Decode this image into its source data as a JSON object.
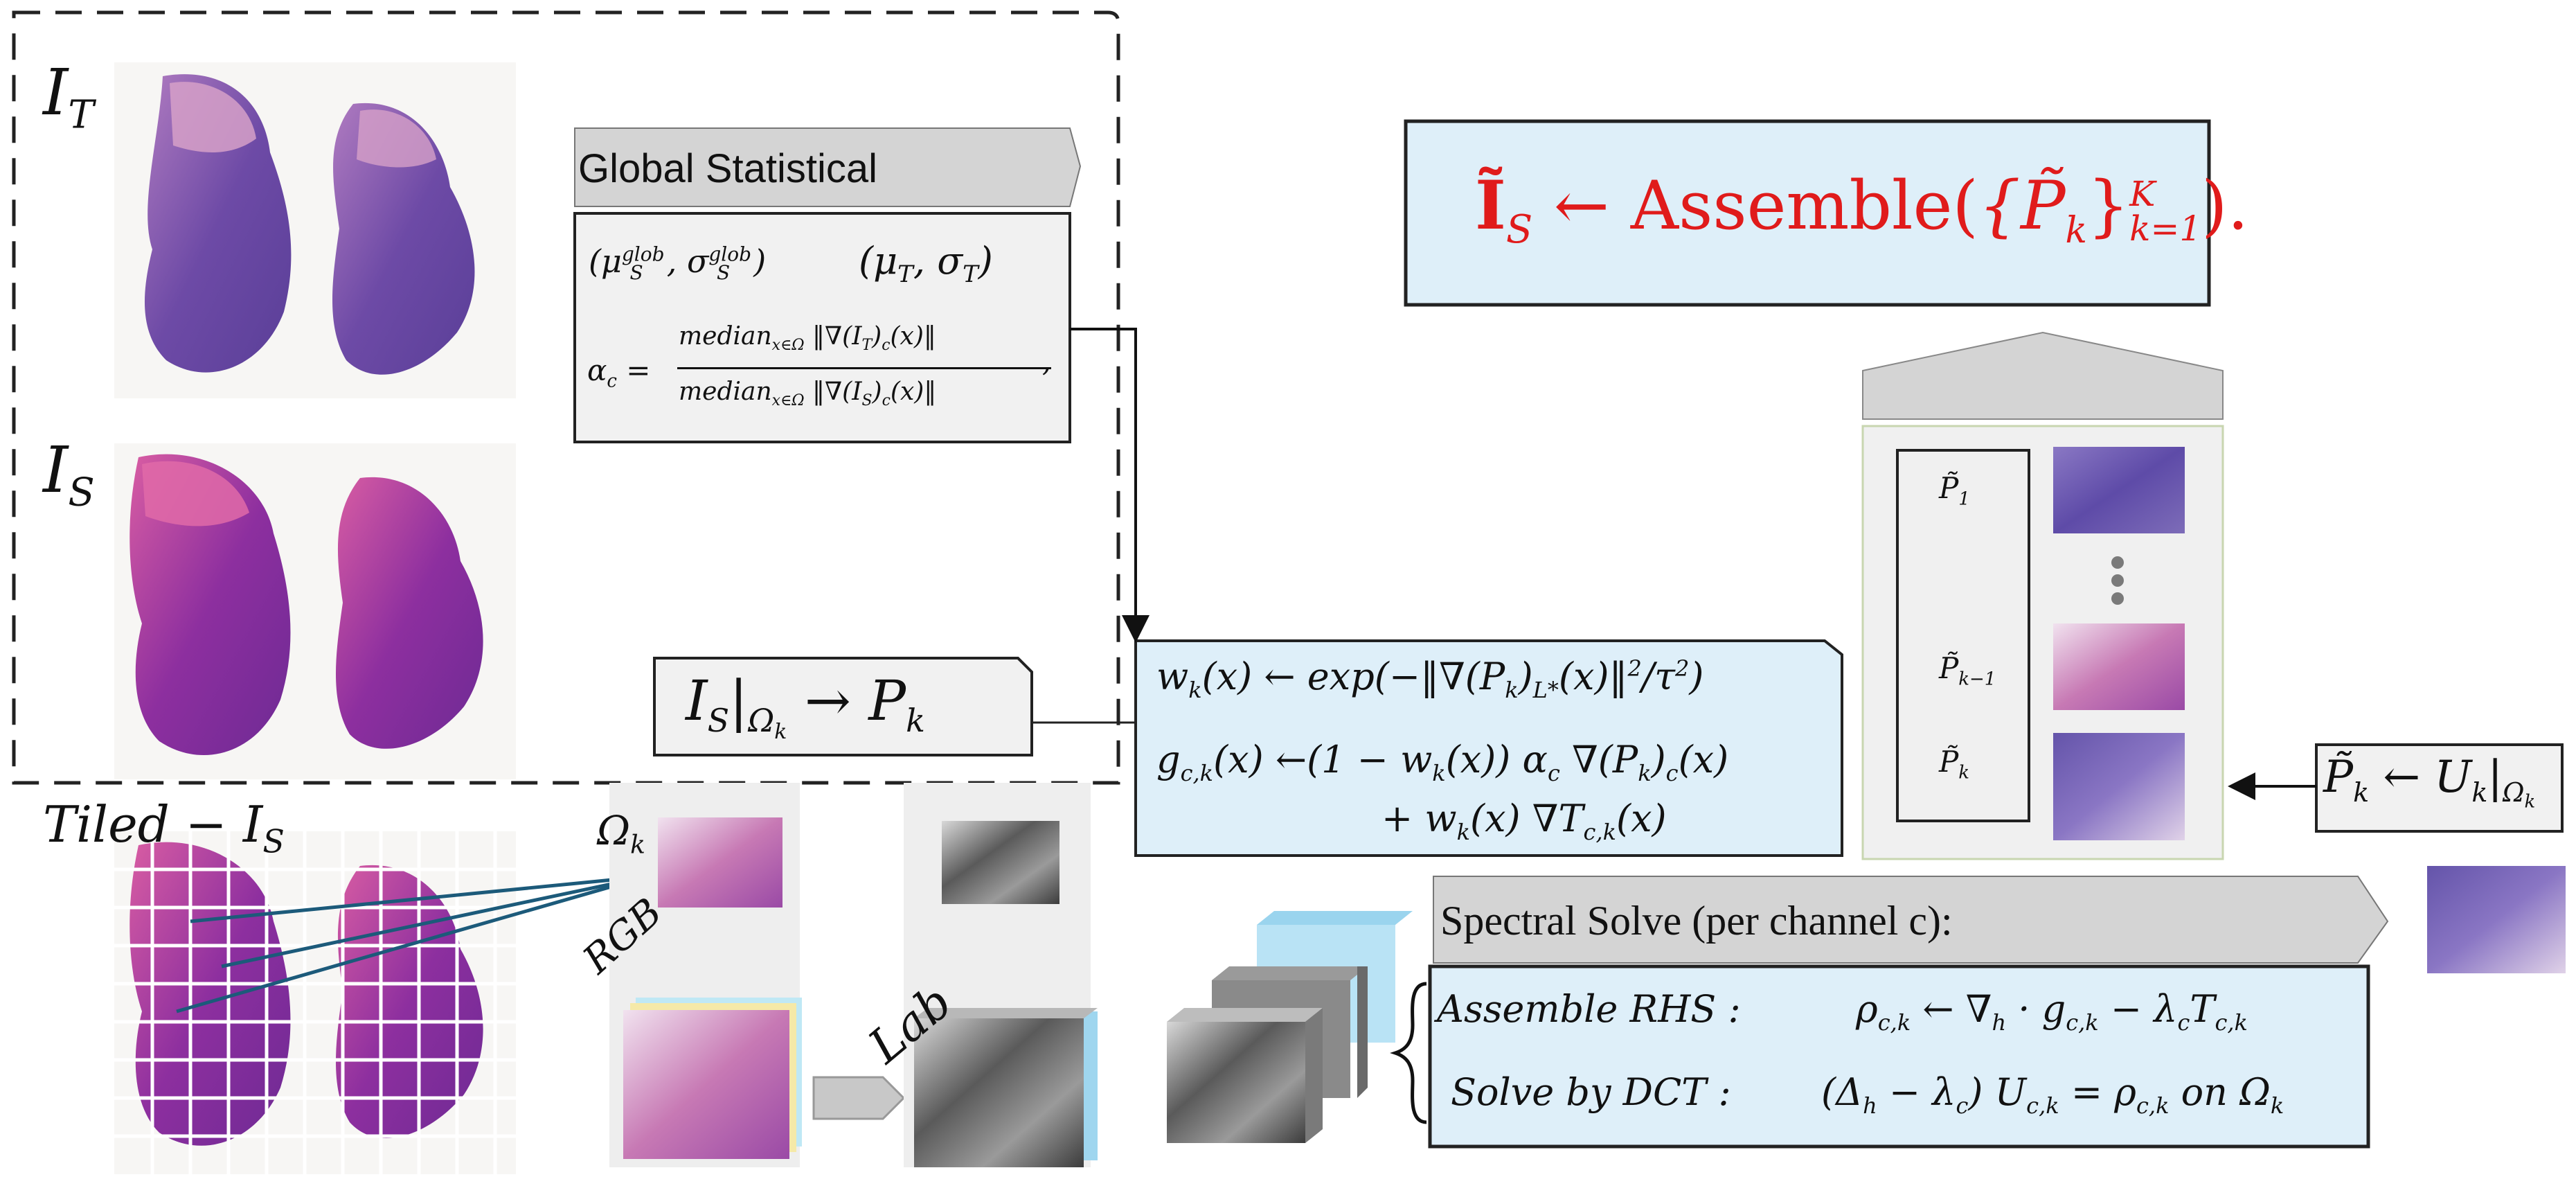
{
  "labels": {
    "it": "I",
    "it_sub": "T",
    "is": "I",
    "is_sub": "S",
    "tiled": "Tiled − I",
    "tiled_sub": "S",
    "omega_k": "Ω",
    "omega_k_sub": "k",
    "rgb": "RGB",
    "lab": "Lab"
  },
  "global_stats": {
    "header": "Global Statistical",
    "mu_s": "(μ",
    "mu_s_rest": "glob",
    "sigma_s": "σ",
    "sub_s": "S",
    "mu_t": "(μ",
    "mu_t_sub": "T",
    "sigma_t": ", σ",
    "sigma_t_sub": "T",
    "alpha": "α",
    "alpha_sub": "c",
    "numerator": "median",
    "numerator_sub": "x∈Ω",
    "numerator_rest": "‖∇(I",
    "numerator_rest_sub": "T",
    "numerator_tail": ")",
    "numerator_tail_sub": "c",
    "numerator_end": "(x)‖",
    "denominator_rest_sub": "S"
  },
  "assemble": {
    "text_a": "Ĩ",
    "text_a_sub": "S",
    "text_b": " ← Assemble(",
    "text_c": "{P̃",
    "text_c_sub": "k",
    "text_d": "}",
    "text_d_sup": "K",
    "text_d_sub": "k=1",
    "text_e": ")."
  },
  "patches": {
    "p1": "P̃",
    "p1_sub": "1",
    "pk1": "P̃",
    "pk1_sub": "k−1",
    "pk": "P̃",
    "pk_sub": "k"
  },
  "restrict": {
    "a": "I",
    "a_sub": "S",
    "b": "|",
    "b_sub": "Ω",
    "b_subsub": "k",
    "c": " → P",
    "c_sub": "k"
  },
  "weights": {
    "line1": "w",
    "line1_sub": "k",
    "line1_rest": "(x) ← exp(−‖∇(P",
    "line1_rest_sub": "k",
    "line1_rest2": ")",
    "line1_rest2_sub": "L*",
    "line1_tail": "(x)‖",
    "line1_sup": "2",
    "line1_end": "/τ",
    "line1_end_sup": "2",
    "line1_close": ")",
    "line2": "g",
    "line2_sub": "c,k",
    "line2_rest": "(x) ←(1 − w",
    "line2_rest_sub": "k",
    "line2_rest2": "(x)) α",
    "line2_rest2_sub": "c",
    "line2_rest3": " ∇(P",
    "line2_rest3_sub": "k",
    "line2_rest4": ")",
    "line2_rest4_sub": "c",
    "line2_end": "(x)",
    "line3": "+ w",
    "line3_sub": "k",
    "line3_rest": "(x) ∇T",
    "line3_rest_sub": "c,k",
    "line3_end": "(x)"
  },
  "update": {
    "a": "P̃",
    "a_sub": "k",
    "b": " ← U",
    "b_sub": "k",
    "c": "|",
    "c_sub": "Ω",
    "c_subsub": "k"
  },
  "spectral": {
    "header": "Spectral Solve (per channel c):",
    "row1_label": "Assemble RHS :",
    "row1_eq": "ρ",
    "row1_eq_sub": "c,k",
    "row1_eq_rest": " ← ∇",
    "row1_eq_rest_sub": "h",
    "row1_eq_rest2": " · g",
    "row1_eq_rest2_sub": "c,k",
    "row1_eq_rest3": " − λ",
    "row1_eq_rest3_sub": "c",
    "row1_eq_rest4": "T",
    "row1_eq_rest4_sub": "c,k",
    "row2_label": "Solve by DCT :",
    "row2_eq": "(Δ",
    "row2_eq_sub": "h",
    "row2_eq_rest": " − λ",
    "row2_eq_rest_sub": "c",
    "row2_eq_rest2": ") U",
    "row2_eq_rest2_sub": "c,k",
    "row2_eq_rest3": " = ρ",
    "row2_eq_rest3_sub": "c,k",
    "row2_eq_on": " on Ω",
    "row2_eq_on_sub": "k"
  },
  "colors": {
    "box_fill": "#deeff9",
    "header_fill": "#d4d4d4",
    "red": "#e01b1b",
    "tissue_purple": "#6a3a9c",
    "tissue_pink": "#c2589a",
    "line_blue": "#1c5a7a"
  }
}
